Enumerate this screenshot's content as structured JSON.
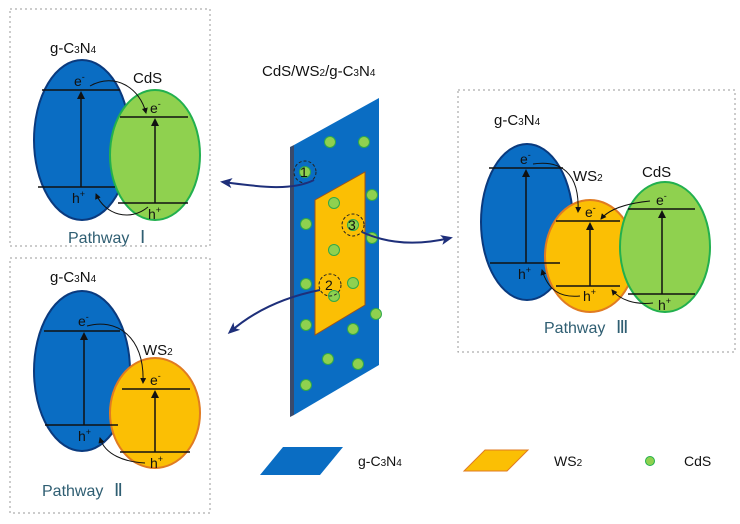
{
  "colors": {
    "g_c3n4_fill": "#0a6dc3",
    "g_c3n4_stroke": "#0a3a7e",
    "ws2_fill": "#fbbf04",
    "ws2_stroke": "#e07b22",
    "cds_fill": "#8fd14f",
    "cds_stroke": "#22b04e",
    "arrow": "#1e2f7a",
    "pathway_text": "#2f5e72"
  },
  "center": {
    "title_pre": "CdS/WS",
    "title_s1": "2",
    "title_mid": "/g-C",
    "title_s2": "3",
    "title_n": "N",
    "title_s3": "4",
    "site_labels": [
      "1",
      "2",
      "3"
    ]
  },
  "materials": {
    "g_c3n4": {
      "main": "g-C",
      "s1": "3",
      "n": "N",
      "s2": "4"
    },
    "ws2": {
      "main": "WS",
      "s1": "2"
    },
    "cds": {
      "main": "CdS"
    }
  },
  "carriers": {
    "electron": "e",
    "electron_sup": "-",
    "hole": "h",
    "hole_sup": "+"
  },
  "panels": [
    {
      "id": "pathway-1",
      "label": "Pathway",
      "numeral": "Ⅰ",
      "components": [
        "g-C3N4",
        "CdS"
      ]
    },
    {
      "id": "pathway-2",
      "label": "Pathway",
      "numeral": "Ⅱ",
      "components": [
        "g-C3N4",
        "WS2"
      ]
    },
    {
      "id": "pathway-3",
      "label": "Pathway",
      "numeral": "Ⅲ",
      "components": [
        "g-C3N4",
        "WS2",
        "CdS"
      ]
    }
  ],
  "legend": [
    {
      "name": "g-C3N4",
      "main": "g-C",
      "s1": "3",
      "n": "N",
      "s2": "4"
    },
    {
      "name": "WS2",
      "main": "WS",
      "s1": "2"
    },
    {
      "name": "CdS",
      "main": "CdS"
    }
  ]
}
